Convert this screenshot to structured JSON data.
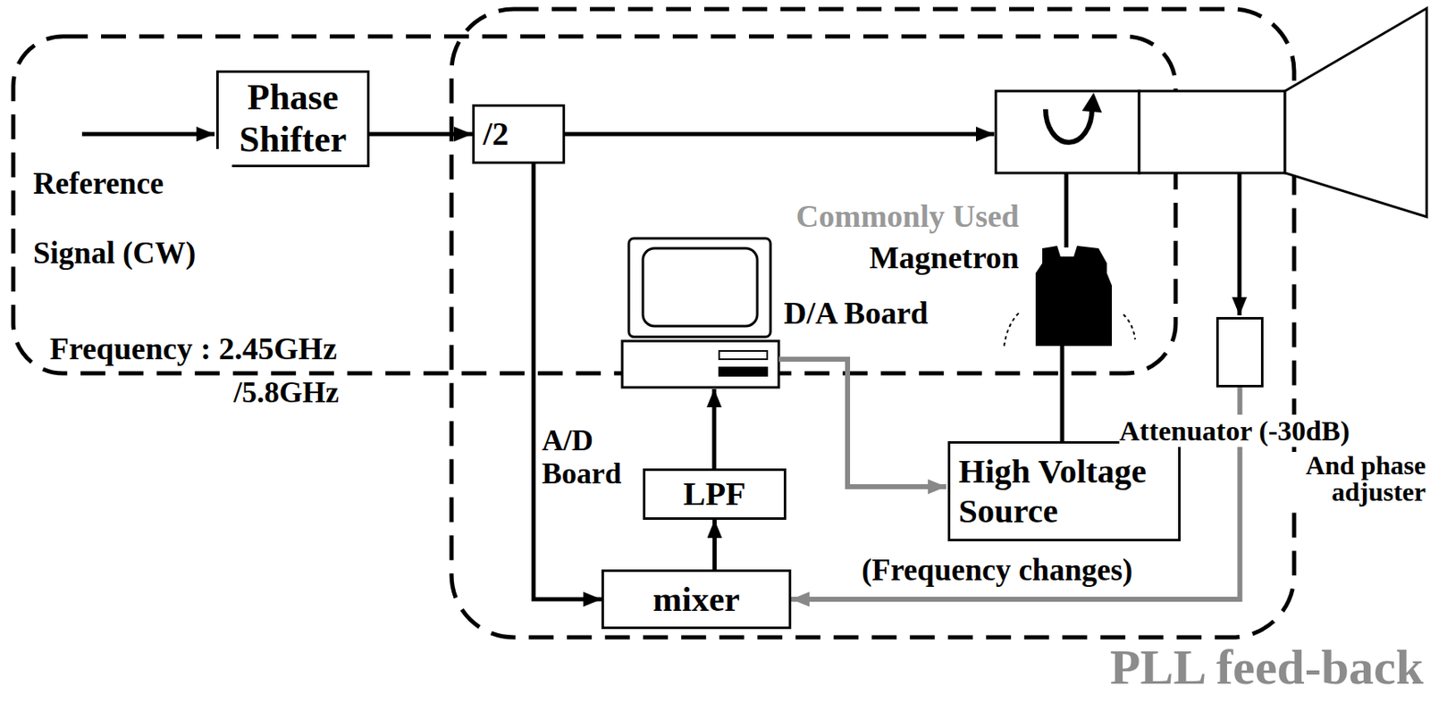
{
  "diagram": {
    "nodes": [
      {
        "text": [
          "Phase Shifter"
        ]
      },
      {
        "text": [
          "/2"
        ]
      },
      {
        "text": [
          "LPF"
        ]
      },
      {
        "text": [
          "mixer"
        ]
      },
      {
        "text": [
          "High Voltage Source"
        ]
      },
      {
        "text": [
          "Attenuator (-30dB)",
          "And phase adjuster"
        ]
      }
    ],
    "edges": [
      {
        "from": 0,
        "to": 1,
        "arrow": "to"
      },
      {
        "from": 1,
        "to": 3,
        "arrow": "to"
      },
      {
        "from": 3,
        "to": 2,
        "arrow": "to"
      },
      {
        "from": 5,
        "to": 3,
        "arrow": "to"
      }
    ],
    "labels": [
      "Reference Signal (CW)",
      "Frequency : 2.45GHz",
      "/5.8GHz",
      "Commonly Used",
      "Magnetron",
      "D/A Board",
      "A/D Board",
      "(Frequency changes)",
      "PLL feed-back"
    ]
  }
}
